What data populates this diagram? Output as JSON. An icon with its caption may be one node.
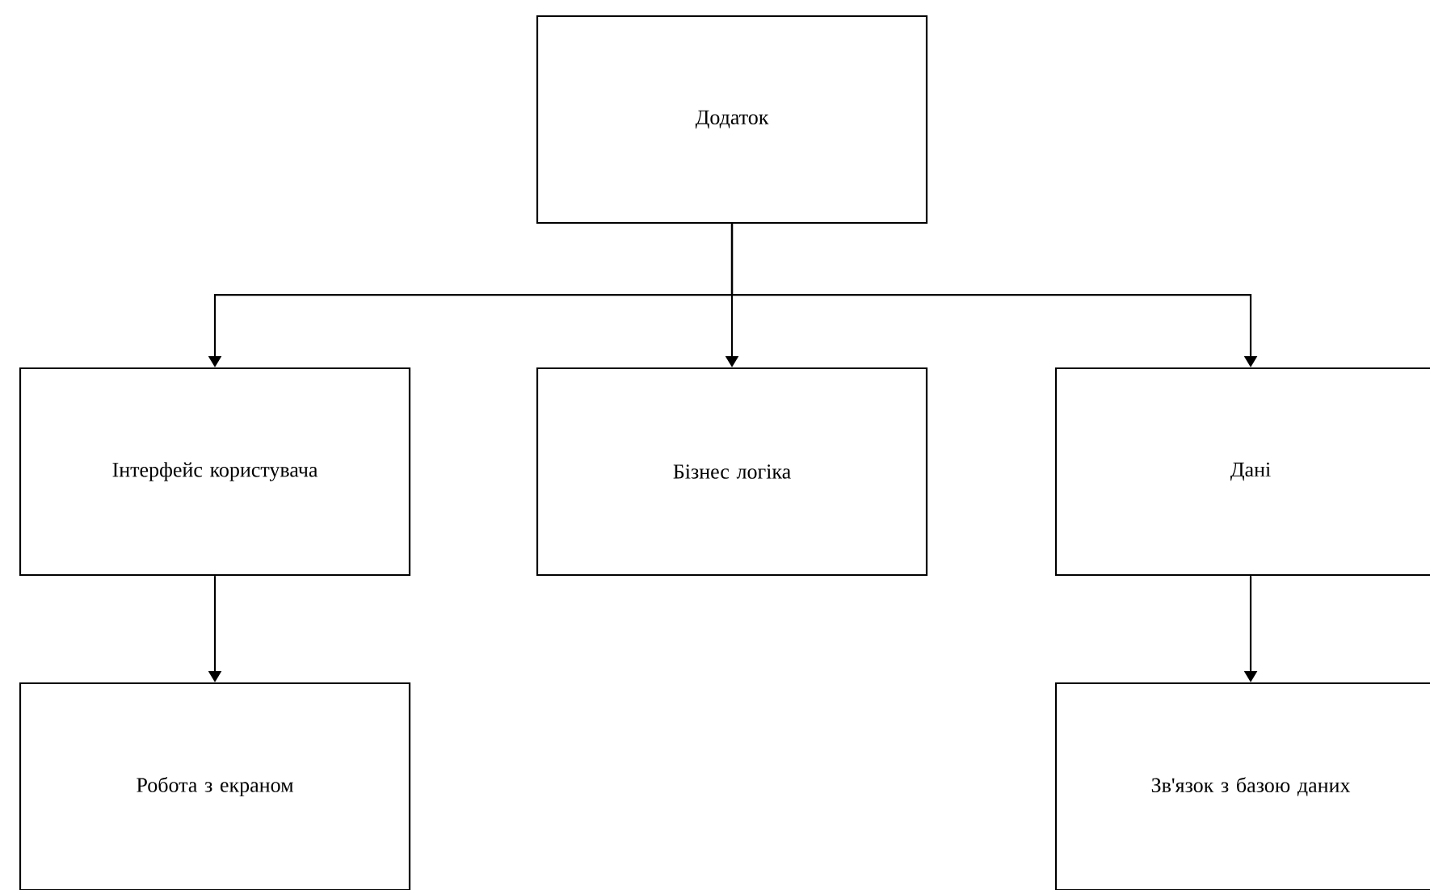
{
  "diagram": {
    "nodes": [
      {
        "text": [
          "Додаток"
        ]
      },
      {
        "text": [
          "Інтерфейс користувача"
        ]
      },
      {
        "text": [
          "Бізнес логіка"
        ]
      },
      {
        "text": [
          "Дані"
        ]
      },
      {
        "text": [
          "Робота з екраном"
        ]
      },
      {
        "text": [
          "Зв'язок з базою даних"
        ]
      }
    ],
    "edges": [
      {
        "from": 0,
        "to": 1,
        "arrow": "to"
      },
      {
        "from": 0,
        "to": 2,
        "arrow": "to"
      },
      {
        "from": 0,
        "to": 3,
        "arrow": "to"
      },
      {
        "from": 1,
        "to": 4,
        "arrow": "to"
      },
      {
        "from": 3,
        "to": 5,
        "arrow": "to"
      }
    ]
  }
}
